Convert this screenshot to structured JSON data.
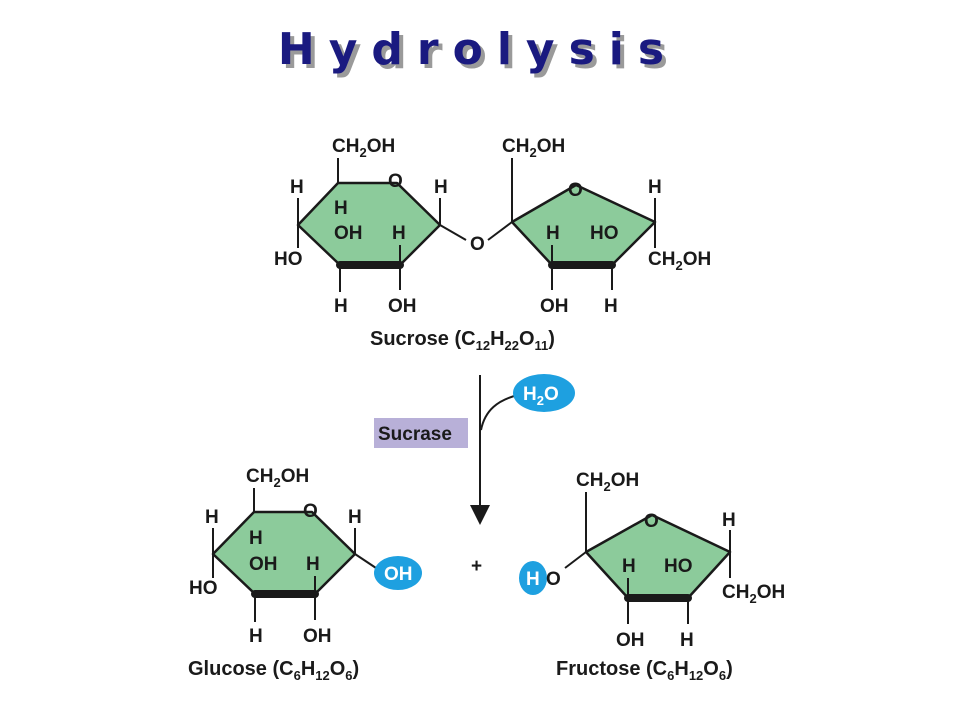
{
  "title": "Hydrolysis",
  "sucrose": {
    "name": "Sucrose",
    "formula": [
      {
        "t": "Sucrose (C"
      },
      {
        "t": "12",
        "sub": true
      },
      {
        "t": "H"
      },
      {
        "t": "22",
        "sub": true
      },
      {
        "t": "O"
      },
      {
        "t": "11",
        "sub": true
      },
      {
        "t": ")"
      }
    ],
    "bridge_oxygen": "O"
  },
  "glucose": {
    "formula": [
      {
        "t": "Glucose (C"
      },
      {
        "t": "6",
        "sub": true
      },
      {
        "t": "H"
      },
      {
        "t": "12",
        "sub": true
      },
      {
        "t": "O"
      },
      {
        "t": "6",
        "sub": true
      },
      {
        "t": ")"
      }
    ],
    "highlight_oh": "OH"
  },
  "fructose": {
    "formula": [
      {
        "t": "Fructose  (C"
      },
      {
        "t": "6",
        "sub": true
      },
      {
        "t": "H"
      },
      {
        "t": "12",
        "sub": true
      },
      {
        "t": "O"
      },
      {
        "t": "6",
        "sub": true
      },
      {
        "t": ")"
      }
    ],
    "highlight_h": "H",
    "highlight_o": "O"
  },
  "ring_atoms": {
    "ch2oh": [
      {
        "t": "CH"
      },
      {
        "t": "2",
        "sub": true
      },
      {
        "t": "OH"
      }
    ],
    "o": "O",
    "h": "H",
    "oh": "OH",
    "ho": "HO"
  },
  "water": [
    {
      "t": "H"
    },
    {
      "t": "2",
      "sub": true
    },
    {
      "t": "O"
    }
  ],
  "enzyme": "Sucrase",
  "plus": "+",
  "colors": {
    "ring_fill": "#8ccb9b",
    "highlight_blue": "#1ea0e0",
    "enzyme_box": "#b8b0d8",
    "title": "#1a1a80"
  }
}
